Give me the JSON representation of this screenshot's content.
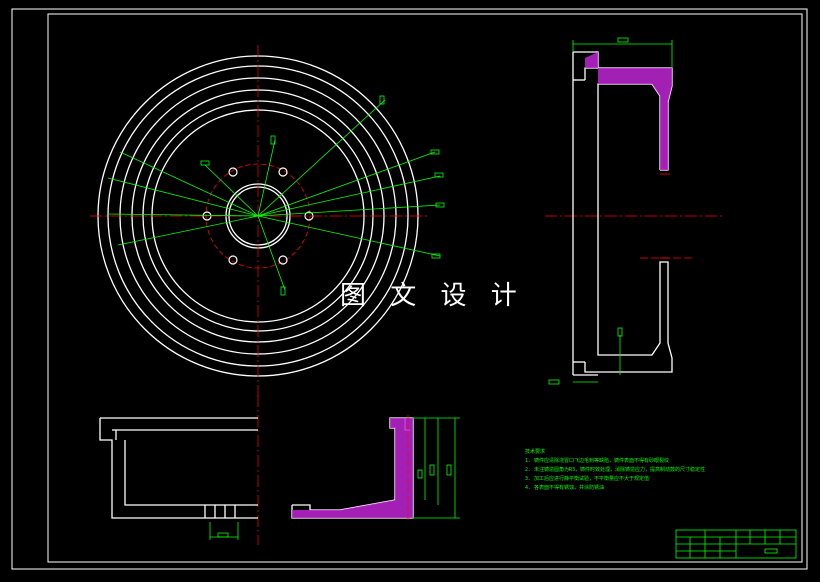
{
  "drawing": {
    "watermark_text": "图 文 设 计",
    "colors": {
      "background": "#000000",
      "outline": "#ffffff",
      "centerline": "#ff0000",
      "dimension": "#00ff00",
      "section_fill": "#c026d3"
    }
  },
  "technical_requirements": {
    "title": "技术要求",
    "items": [
      "1. 铸件应清除浇冒口飞边毛刺等缺陷，铸件表面不得有砂眼裂纹",
      "2. 未注铸造圆角为R3，铸件时效处理，消除铸造应力，提高制动鼓的尺寸稳定性",
      "3. 加工后应进行静平衡试验，不平衡量应不大于规定值",
      "4. 各表面不得有锈蚀，并涂防锈油"
    ]
  },
  "title_block": {
    "visible": true
  }
}
